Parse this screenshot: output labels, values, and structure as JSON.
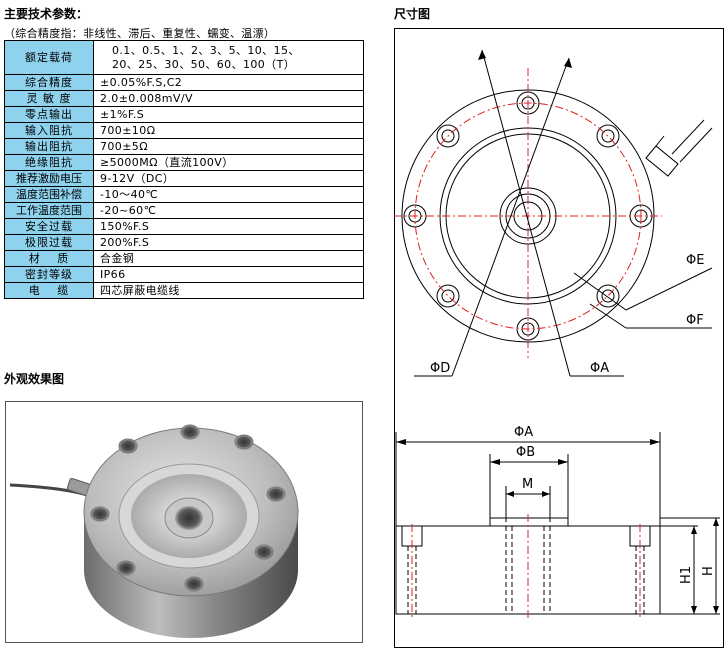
{
  "headings": {
    "main_params": "主要技术参数：",
    "dimensions": "尺寸图",
    "appearance": "外观效果图"
  },
  "note": "（综合精度指：非线性、滞后、重复性、蠕变、温漂）",
  "specs": [
    {
      "key": "额定载荷",
      "value_lines": [
        "0.1、0.5、1、2、3、5、10、15、",
        "20、25、30、50、60、100（T）"
      ]
    },
    {
      "key": "综合精度",
      "value": "±0.05%F.S,C2"
    },
    {
      "key": "灵 敏 度",
      "value": "2.0±0.008mV/V"
    },
    {
      "key": "零点输出",
      "value": "±1%F.S"
    },
    {
      "key": "输入阻抗",
      "value": "700±10Ω"
    },
    {
      "key": "输出阻抗",
      "value": "700±5Ω"
    },
    {
      "key": "绝缘阻抗",
      "value": "≥5000MΩ（直流100V）"
    },
    {
      "key": "推荐激励电压",
      "value": "9-12V（DC）"
    },
    {
      "key": "温度范围补偿",
      "value": "-10～40℃"
    },
    {
      "key": "工作温度范围",
      "value": "-20~60℃"
    },
    {
      "key": "安全过载",
      "value": "150%F.S"
    },
    {
      "key": "极限过载",
      "value": "200%F.S"
    },
    {
      "key": "材　 质",
      "value": "合金钢"
    },
    {
      "key": "密封等级",
      "value": "IP66"
    },
    {
      "key": "电　 缆",
      "value": "四芯屏蔽电缆线"
    }
  ],
  "drawing": {
    "phiE": "ΦE",
    "phiF": "ΦF",
    "phiD": "ΦD",
    "phiA_top": "ΦA",
    "phiA_side": "ΦA",
    "phiB": "ΦB",
    "M": "M",
    "H1": "H1",
    "H": "H"
  }
}
